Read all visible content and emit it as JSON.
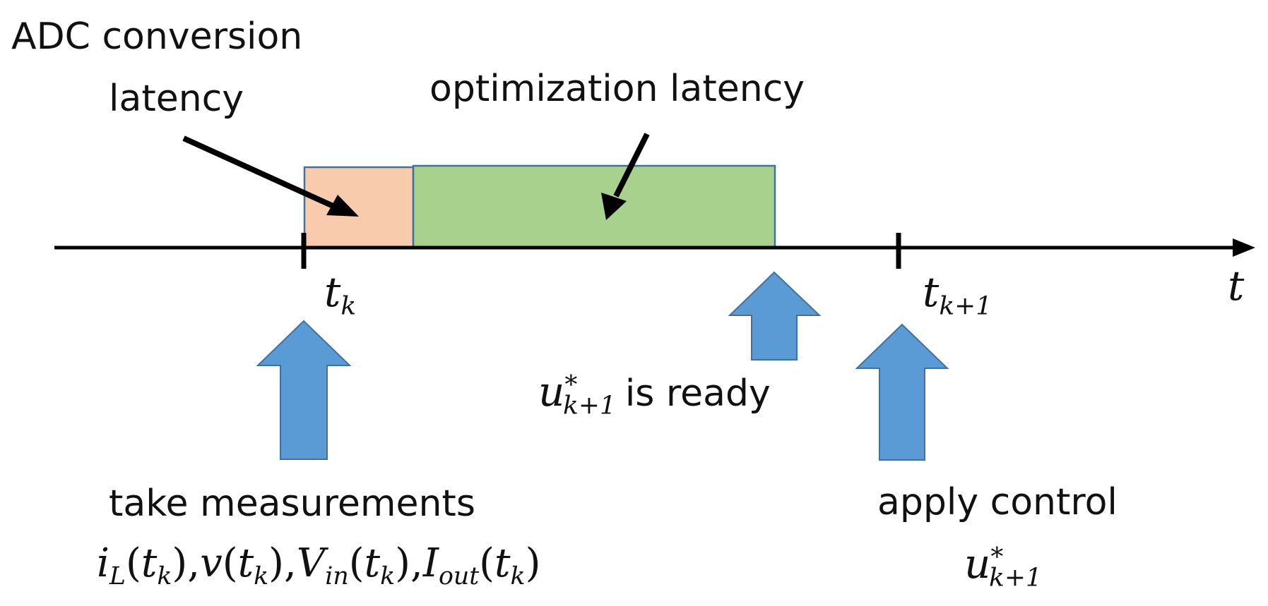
{
  "labels": {
    "adc_latency_line1": "ADC conversion",
    "adc_latency_line2": "latency",
    "optimization_latency": "optimization latency",
    "axis_t": "t",
    "tick_tk": {
      "base": "t",
      "sub": "k"
    },
    "tick_tk1": {
      "base": "t",
      "sub": "k+1"
    },
    "u_ready": {
      "base": "u",
      "sub": "k+1",
      "sup": "*",
      "text": "is ready"
    },
    "take_measurements": "take measurements",
    "measurements": [
      {
        "base": "i",
        "sub": "L",
        "arg_base": "t",
        "arg_sub": "k",
        "sep": ","
      },
      {
        "base": "v",
        "sub": "",
        "arg_base": "t",
        "arg_sub": "k",
        "sep": ","
      },
      {
        "base": "V",
        "sub": "in",
        "arg_base": "t",
        "arg_sub": "k",
        "sep": ","
      },
      {
        "base": "I",
        "sub": "out",
        "arg_base": "t",
        "arg_sub": "k",
        "sep": ""
      }
    ],
    "apply_control": "apply control",
    "u_apply": {
      "base": "u",
      "sub": "k+1",
      "sup": "*"
    }
  },
  "colors": {
    "adc_box": "#f8cbad",
    "optimization_box": "#a9d18e",
    "box_border": "#41719c",
    "event_arrow": "#5b9bd5",
    "axis": "#000000"
  }
}
